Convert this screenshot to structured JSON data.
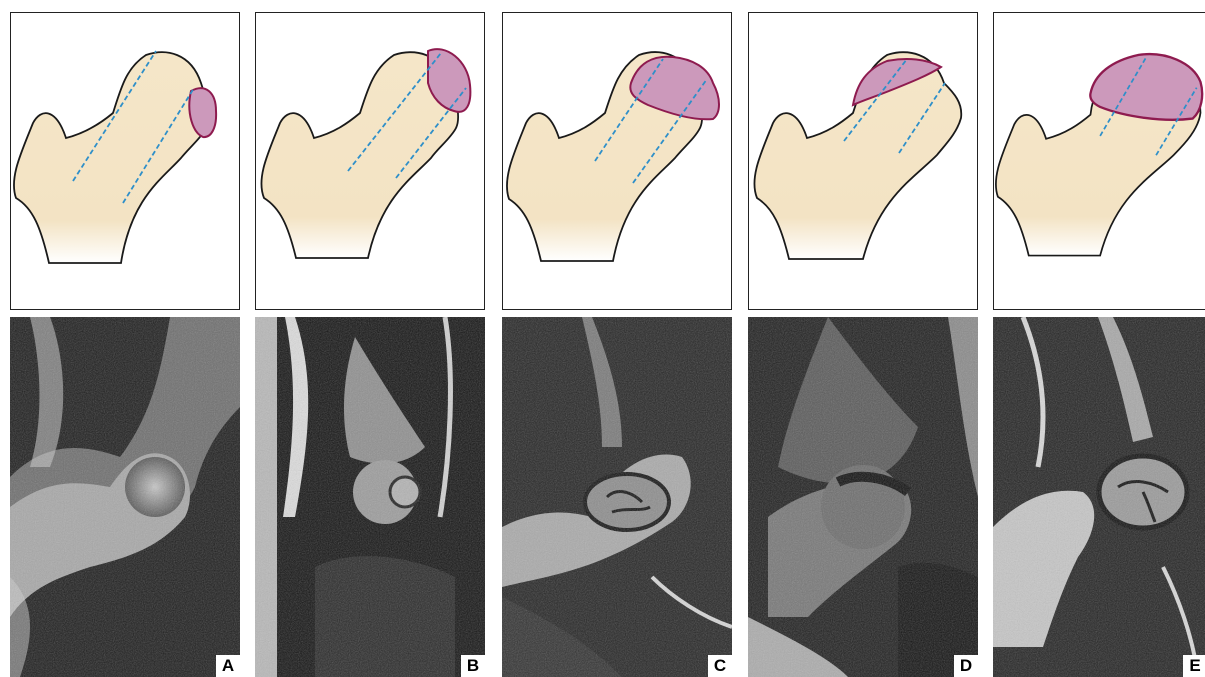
{
  "figure": {
    "panels": [
      {
        "label": "A"
      },
      {
        "label": "B"
      },
      {
        "label": "C"
      },
      {
        "label": "D"
      },
      {
        "label": "E"
      }
    ],
    "colors": {
      "bone_fill": "#f5e6c8",
      "bone_outline": "#1a1a1a",
      "lesion_fill": "#cc99bb",
      "lesion_outline": "#8e1b4f",
      "axis_line": "#2e8fc9"
    }
  }
}
